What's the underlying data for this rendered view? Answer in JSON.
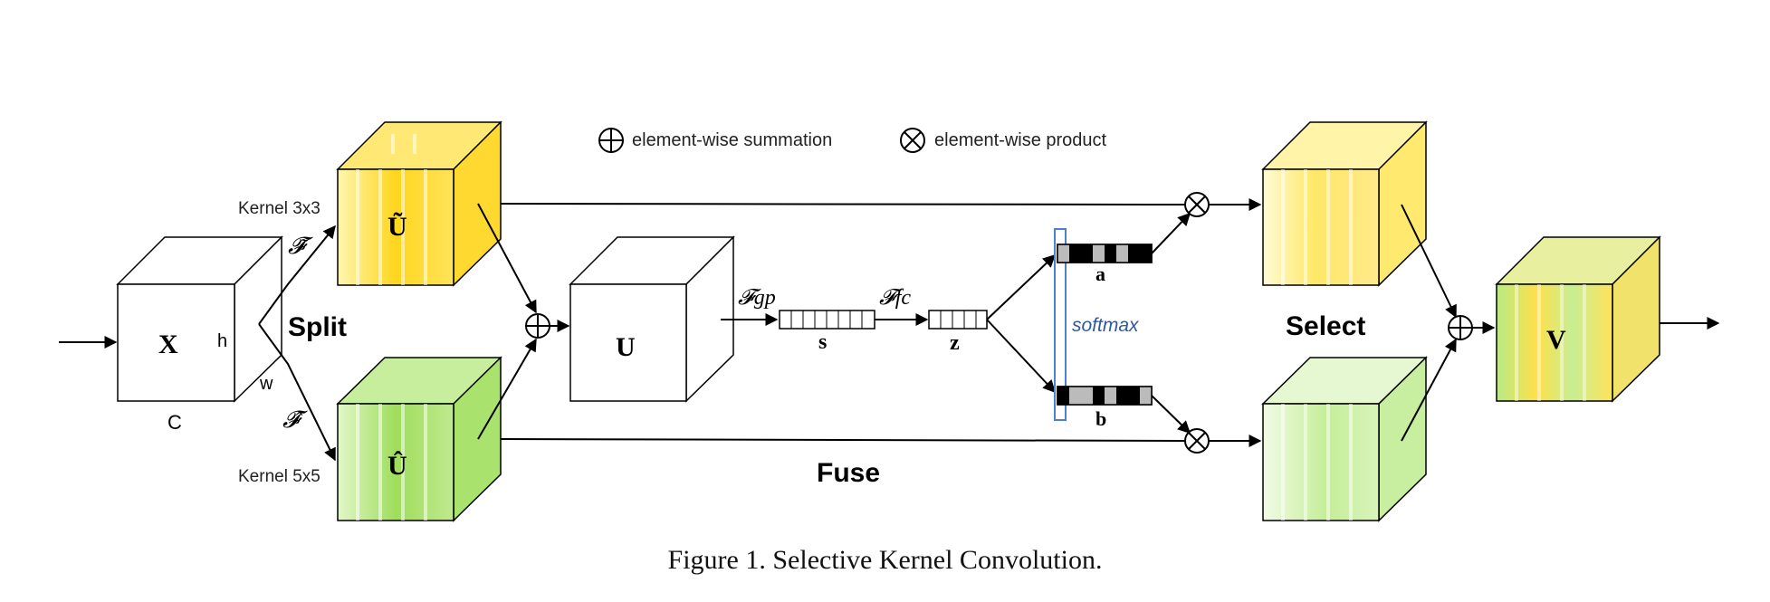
{
  "legend": {
    "sum_label": "element-wise summation",
    "product_label": "element-wise product"
  },
  "nodes": {
    "x_label": "X",
    "x_height": "h",
    "x_width": "w",
    "x_channels": "C",
    "u3_label": "Ũ",
    "u5_label": "Û",
    "u_label": "U",
    "v_label": "V",
    "s_label": "s",
    "z_label": "z",
    "a_label": "a",
    "b_label": "b"
  },
  "operators": {
    "f_tilde": "𝓕̃",
    "f_hat": "𝓕̂",
    "f_gp": "𝓕gp",
    "f_fc": "𝓕fc",
    "softmax": "softmax"
  },
  "labels": {
    "kernel3": "Kernel 3x3",
    "kernel5": "Kernel 5x5",
    "split": "Split",
    "fuse": "Fuse",
    "select": "Select"
  },
  "caption": "Figure 1. Selective Kernel Convolution.",
  "colors": {
    "yellow": "#ffd82a",
    "yellow_light": "#fff3a0",
    "green": "#a7e468",
    "green_light": "#dff6c2",
    "softmax_box": "#4f7fd0",
    "softmax_text": "#2f5a9e"
  }
}
